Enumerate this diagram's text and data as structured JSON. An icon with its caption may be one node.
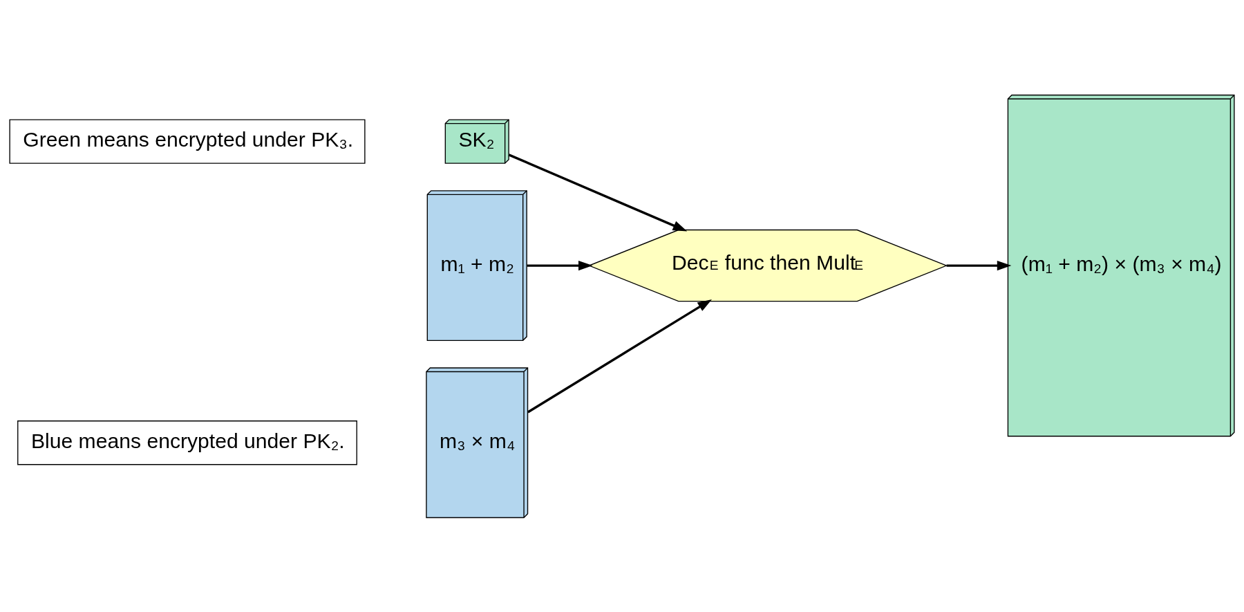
{
  "diagram": {
    "nodes": [
      {
        "text": [
          "Green means encrypted under PK₃."
        ]
      },
      {
        "text": [
          "Blue means encrypted under PK₂."
        ]
      },
      {
        "text": [
          "SK₂"
        ]
      },
      {
        "text": [
          "m₁ + m₂"
        ]
      },
      {
        "text": [
          "m₃ × m₄"
        ]
      },
      {
        "text": [
          "Dec$_{E}$ func then Mult$_{E}$"
        ]
      },
      {
        "text": [
          "(m₁ + m₂) × (m₃ × m₄)"
        ]
      }
    ],
    "edges": [
      {
        "from": 2,
        "to": 5,
        "arrow": "to"
      },
      {
        "from": 3,
        "to": 5,
        "arrow": "to"
      },
      {
        "from": 4,
        "to": 5,
        "arrow": "to"
      },
      {
        "from": 5,
        "to": 6,
        "arrow": "to"
      }
    ]
  }
}
